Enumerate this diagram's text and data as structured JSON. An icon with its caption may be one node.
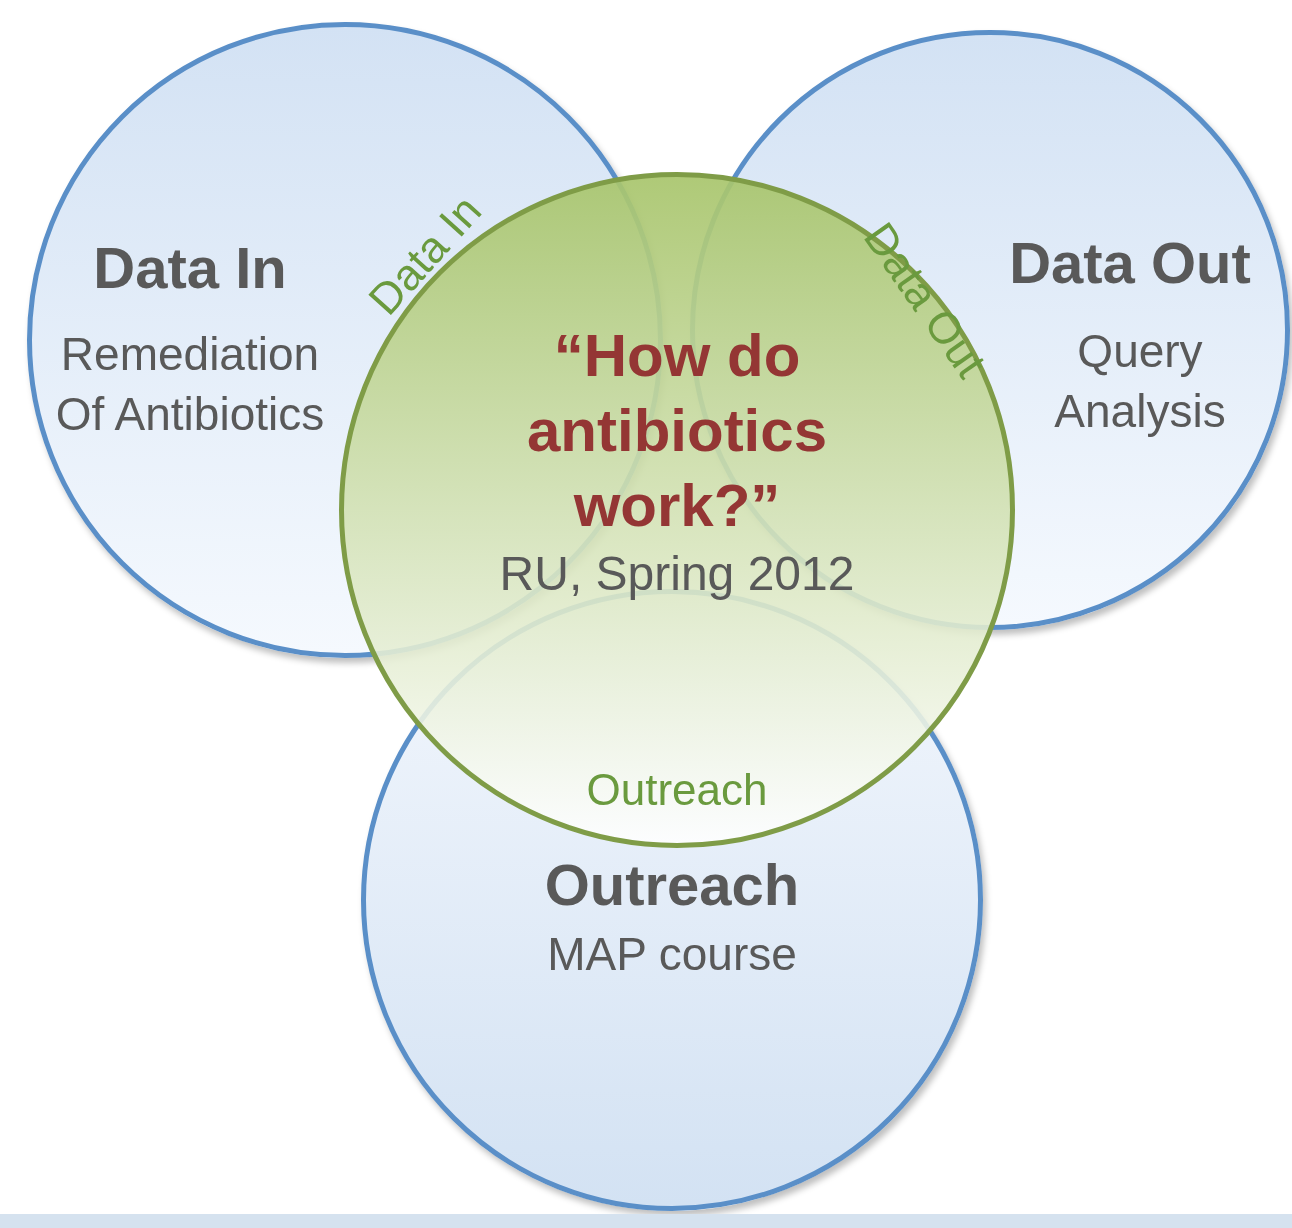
{
  "diagram": {
    "nodes": [
      {
        "text": [
          "Data In",
          "Remediation Of Antibiotics"
        ]
      },
      {
        "text": [
          "Data Out",
          "Query Analysis"
        ]
      },
      {
        "text": [
          "Outreach",
          "MAP course"
        ]
      },
      {
        "text": [
          "“How do antibiotics work?”",
          "RU, Spring 2012"
        ]
      }
    ],
    "labels": [
      "Data In",
      "Data Out",
      "Outreach"
    ]
  }
}
